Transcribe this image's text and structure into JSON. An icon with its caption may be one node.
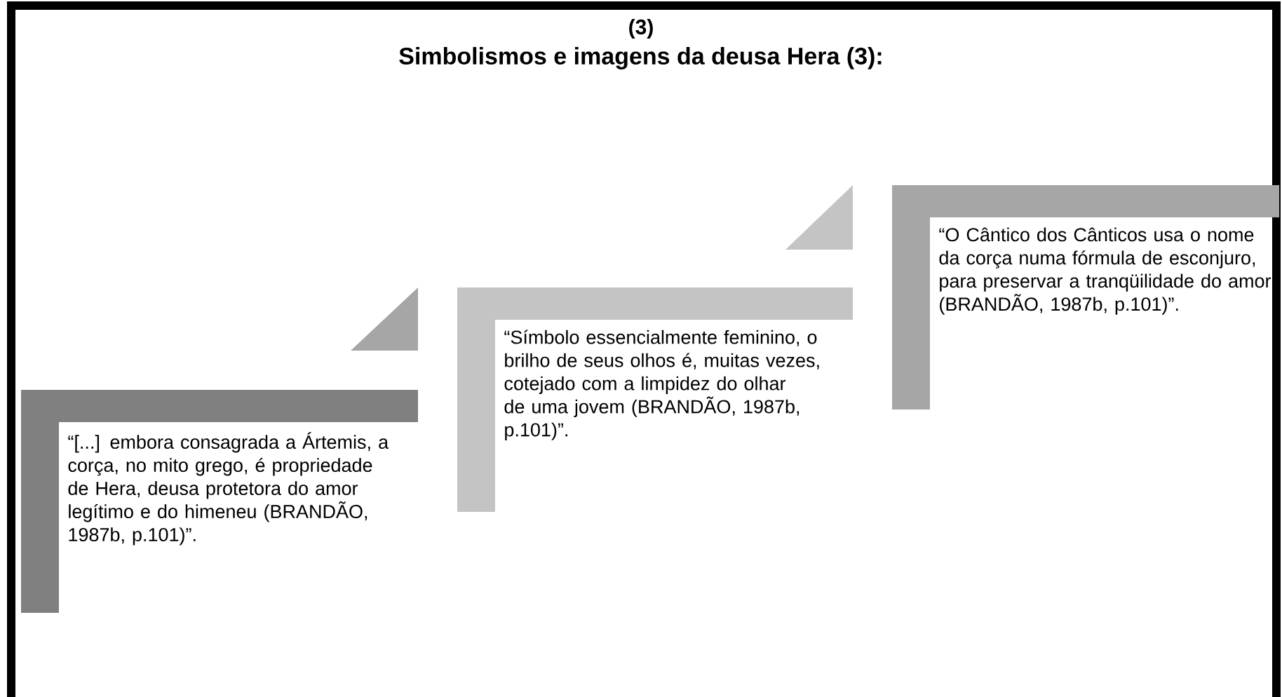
{
  "diagram": {
    "title": "Simbolismos e imagens da deusa Hera (3):",
    "nodes": [
      {
        "text": [
          "“[...] embora consagrada a Ártemis, a corça, no mito grego, é propriedade de Hera, deusa protetora do amor legítimo e do himeneu (BRANDÃO, 1987b, p.101)”."
        ]
      },
      {
        "text": [
          "“Símbolo essencialmente feminino, o brilho de seus olhos é, muitas vezes, cotejado com a limpidez do olhar de uma jovem (BRANDÃO, 1987b, p.101)”."
        ]
      },
      {
        "text": [
          "“O Cântico dos Cânticos usa o nome da corça numa fórmula de esconjuro, para preservar a tranqüilidade do amor (BRANDÃO, 1987b, p.101)”."
        ]
      }
    ],
    "labels": [
      "(3)"
    ]
  }
}
